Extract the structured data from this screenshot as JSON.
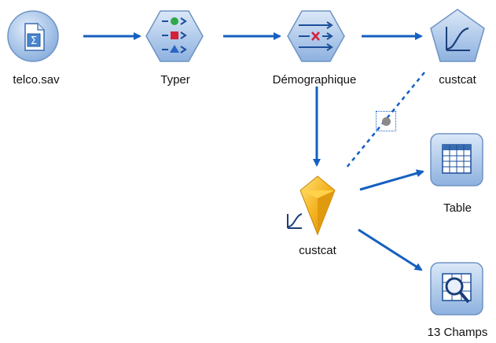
{
  "stream": {
    "nodes": [
      {
        "id": "source",
        "label": "telco.sav",
        "icon": "sav-file-source-icon"
      },
      {
        "id": "type",
        "label": "Typer",
        "icon": "type-icon"
      },
      {
        "id": "filter",
        "label": "Démographique",
        "icon": "filter-icon"
      },
      {
        "id": "model",
        "label": "custcat",
        "icon": "logistic-model-icon"
      },
      {
        "id": "nugget",
        "label": "custcat",
        "icon": "model-nugget-icon"
      },
      {
        "id": "table",
        "label": "Table",
        "icon": "table-icon"
      },
      {
        "id": "analysis",
        "label": "13 Champs",
        "icon": "data-audit-icon"
      }
    ],
    "links": [
      {
        "from": "source",
        "to": "type",
        "style": "solid"
      },
      {
        "from": "type",
        "to": "filter",
        "style": "solid"
      },
      {
        "from": "filter",
        "to": "model",
        "style": "solid"
      },
      {
        "from": "filter",
        "to": "nugget",
        "style": "solid"
      },
      {
        "from": "model",
        "to": "nugget",
        "style": "dashed"
      },
      {
        "from": "nugget",
        "to": "table",
        "style": "solid"
      },
      {
        "from": "nugget",
        "to": "analysis",
        "style": "solid"
      }
    ],
    "colors": {
      "link": "#1560c0",
      "node_fill": "#a9c6ea",
      "node_edge": "#6f93c4",
      "nugget": "#f5b320"
    }
  }
}
